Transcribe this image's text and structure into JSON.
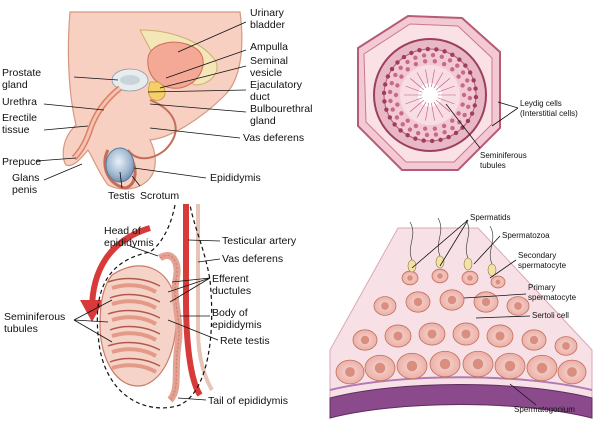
{
  "anatomy": {
    "urinary_bladder": [
      "Urinary",
      "bladder"
    ],
    "ampulla": "Ampulla",
    "seminal_vesicle": [
      "Seminal",
      "vesicle"
    ],
    "ejaculatory_duct": [
      "Ejaculatory",
      "duct"
    ],
    "bulbourethral_gland": [
      "Bulbourethral",
      "gland"
    ],
    "prostate_gland": [
      "Prostate",
      "gland"
    ],
    "urethra": "Urethra",
    "erectile_tissue": [
      "Erectile",
      "tissue"
    ],
    "vas_deferens": "Vas deferens",
    "prepuce": "Prepuce",
    "glans_penis": [
      "Glans",
      "penis"
    ],
    "epididymis": "Epididymis",
    "testis": "Testis",
    "scrotum": "Scrotum"
  },
  "tubule_section": {
    "leydig_cells": [
      "Leydig cells",
      "(Interstitial cells)"
    ],
    "seminiferous_tubules": [
      "Seminiferous",
      "tubules"
    ]
  },
  "testis_detail": {
    "head_of_epididymis": [
      "Head of",
      "epididymis"
    ],
    "testicular_artery": "Testicular artery",
    "vas_deferens": "Vas deferens",
    "efferent_ductules": [
      "Efferent",
      "ductules"
    ],
    "seminiferous_tubules": [
      "Seminiferous",
      "tubules"
    ],
    "body_of_epididymis": [
      "Body of",
      "epididymis"
    ],
    "rete_testis": "Rete testis",
    "tail_of_epididymis": "Tail of epididymis"
  },
  "spermatogenesis": {
    "spermatids": "Spermatids",
    "spermatozoa": "Spermatozoa",
    "secondary_spermatocyte": [
      "Secondary",
      "spermatocyte"
    ],
    "primary_spermatocyte": [
      "Primary",
      "spermatocyte"
    ],
    "sertoli_cell": "Sertoli cell",
    "spermatogonium": "Spermatogonium"
  }
}
